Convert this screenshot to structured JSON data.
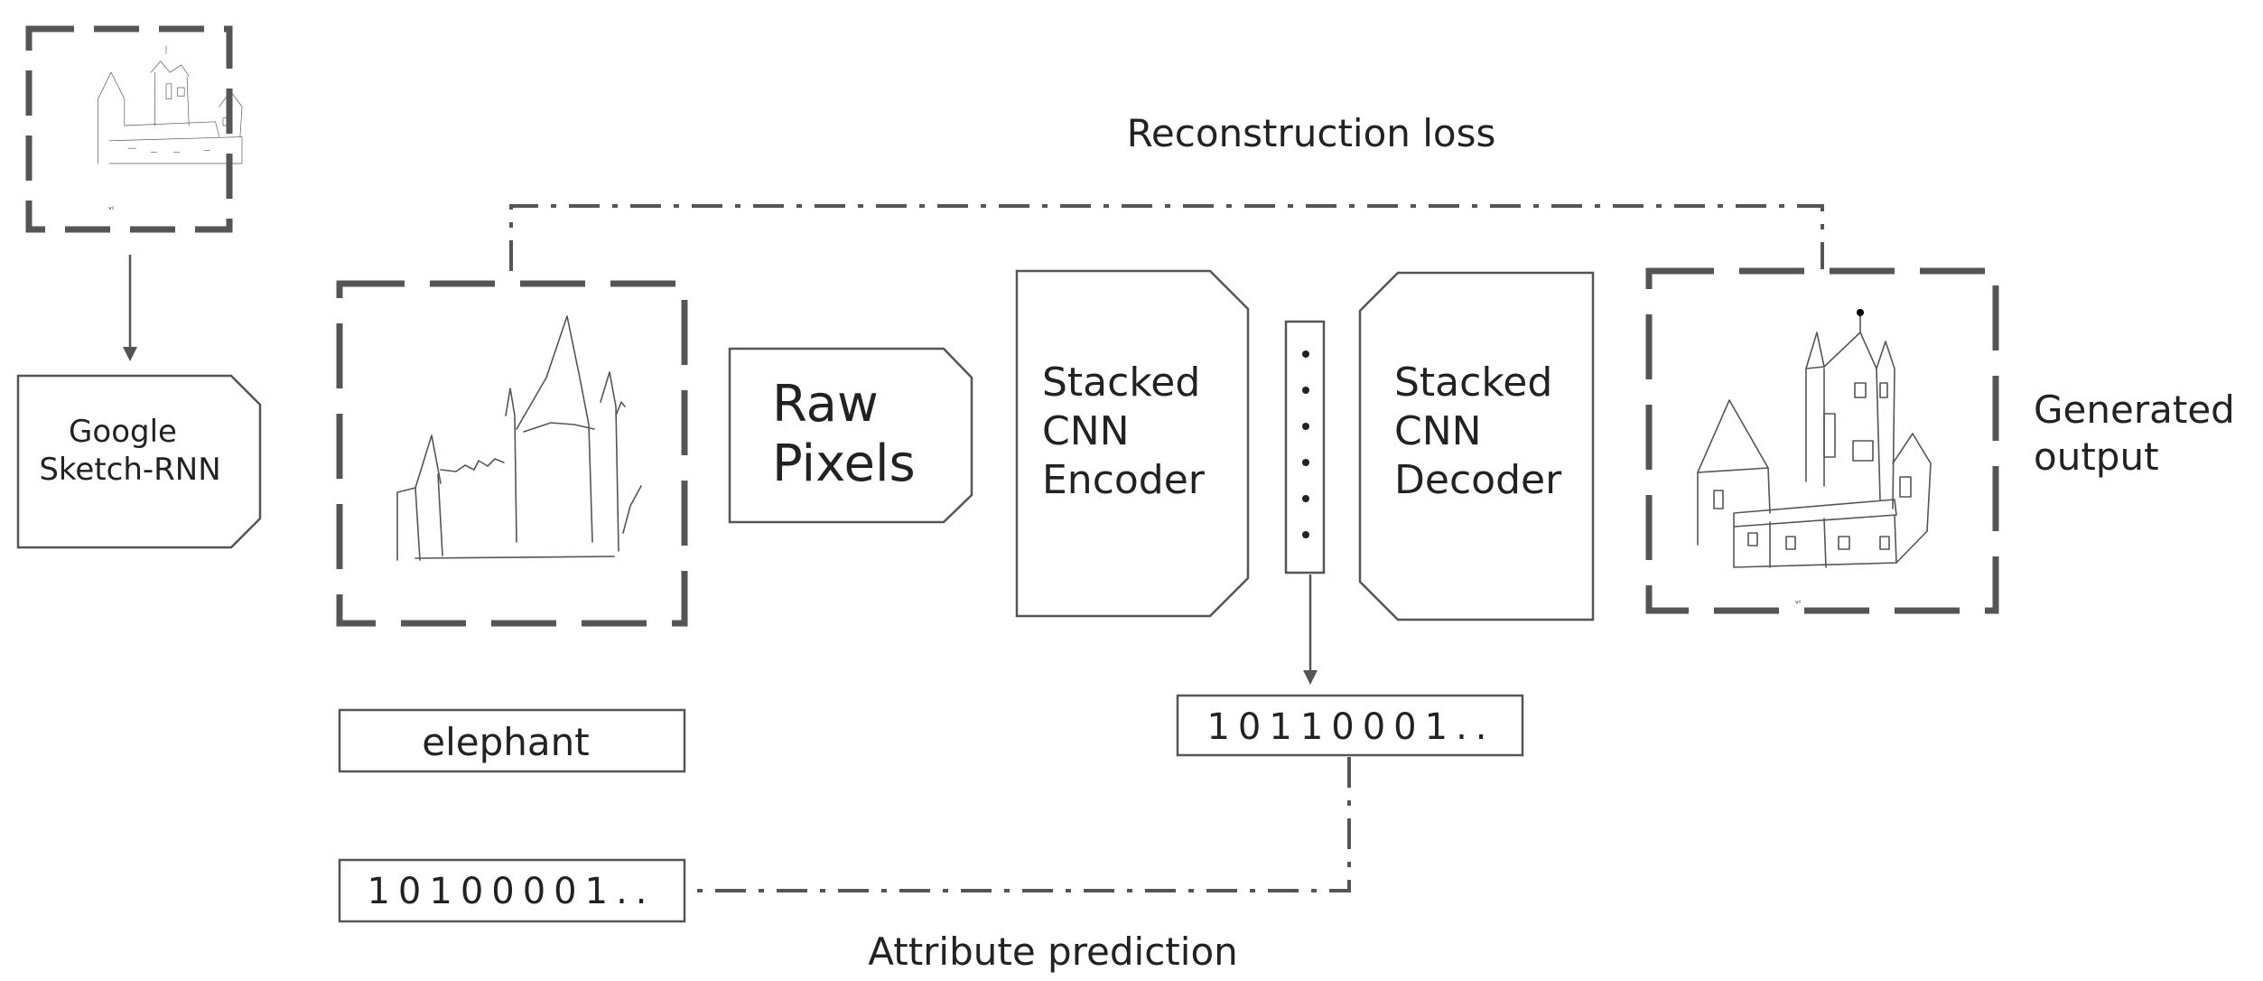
{
  "labels": {
    "reconstruction_loss": "Reconstruction loss",
    "attribute_prediction": "Attribute prediction",
    "generated_output_line1": "Generated",
    "generated_output_line2": "output"
  },
  "nodes": {
    "sketch_rnn_line1": "Google",
    "sketch_rnn_line2": "Sketch-RNN",
    "raw_pixels_line1": "Raw",
    "raw_pixels_line2": "Pixels",
    "encoder_line1": "Stacked",
    "encoder_line2": "CNN",
    "encoder_line3": "Encoder",
    "decoder_line1": "Stacked",
    "decoder_line2": "CNN",
    "decoder_line3": "Decoder"
  },
  "boxes": {
    "class_label": "elephant",
    "input_attributes": "10100001..",
    "predicted_attributes": "10110001.."
  },
  "colors": {
    "stroke": "#555555",
    "text": "#222222",
    "dashed_frame": "#555555"
  },
  "icons": [
    "castle-sketch-icon",
    "arrow-down-icon"
  ]
}
